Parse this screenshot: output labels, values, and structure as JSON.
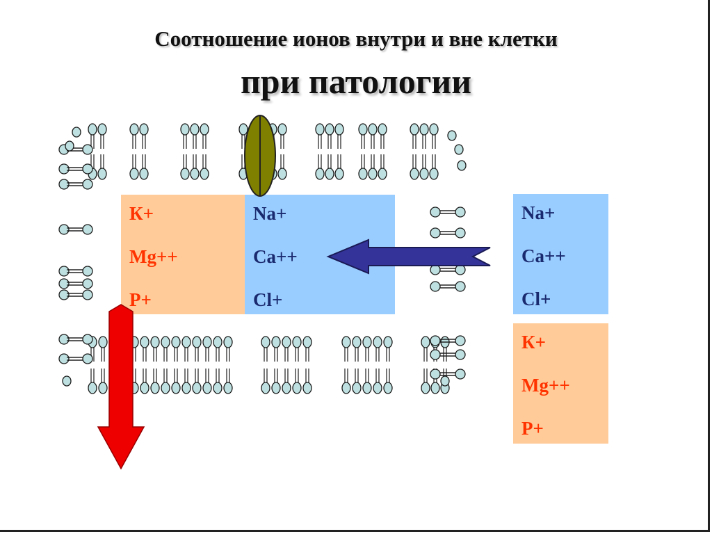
{
  "title": {
    "line1": "Соотношение ионов внутри и вне клетки",
    "line2": "при патологии"
  },
  "inside": {
    "left_ions": [
      "К+",
      "Mg++",
      "P+"
    ],
    "right_ions": [
      "Na+",
      "Ca++",
      "Cl+"
    ]
  },
  "outside": {
    "top_ions": [
      "Na+",
      "Ca++",
      "Cl+"
    ],
    "bottom_ions": [
      "К+",
      "Mg++",
      "P+"
    ]
  },
  "colors": {
    "potassium_box": "#ffcc99",
    "sodium_box": "#99ccff",
    "potassium_text": "#ff3300",
    "sodium_text": "#1a2a6e",
    "inflow_arrow": "#333399",
    "outflow_arrow": "#ee0000",
    "channel": "#808000"
  },
  "icons": {
    "membrane": "phospholipid-bilayer-icon",
    "channel": "ion-channel-icon",
    "inflow": "arrow-left-icon",
    "outflow": "arrow-down-icon"
  }
}
